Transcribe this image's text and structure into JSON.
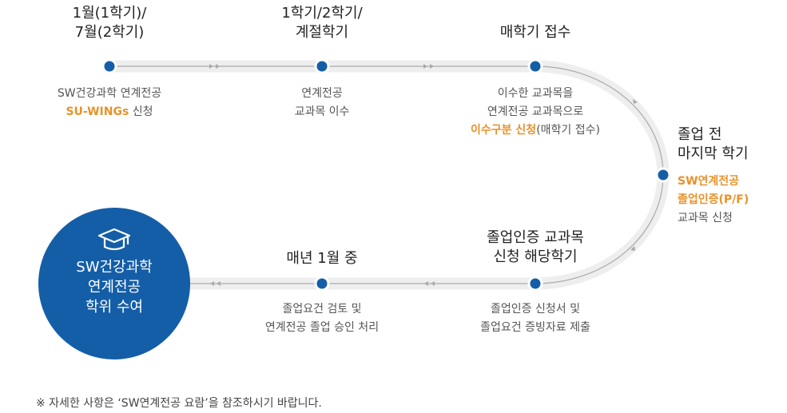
{
  "steps": [
    {
      "title": [
        "1월(1학기)/",
        "7월(2학기)"
      ],
      "desc": [
        "SW건강과학 연계전공"
      ],
      "highlight": "SU-WINGs",
      "desc_suffix": " 신청"
    },
    {
      "title": [
        "1학기/2학기/",
        "계절학기"
      ],
      "desc": [
        "연계전공",
        "교과목 이수"
      ]
    },
    {
      "title": [
        "매학기 접수"
      ],
      "desc": [
        "이수한 교과목을",
        "연계전공 교과목으로"
      ],
      "highlight": "이수구분 신청",
      "desc_suffix": "(매학기 접수)"
    },
    {
      "title": [
        "졸업 전",
        "마지막 학기"
      ],
      "highlight": [
        "SW연계전공",
        "졸업인증(P/F)"
      ],
      "desc": [
        "교과목 신청"
      ]
    },
    {
      "title": [
        "졸업인증 교과목",
        "신청 해당학기"
      ],
      "desc": [
        "졸업인증 신청서 및",
        "졸업요건 증빙자료 제출"
      ]
    },
    {
      "title": [
        "매년 1월 중"
      ],
      "desc": [
        "졸업요건 검토 및",
        "연계전공 졸업 승인 처리"
      ]
    }
  ],
  "final": {
    "lines": [
      "SW건강과학",
      "연계전공",
      "학위 수여"
    ],
    "icon": "graduation-cap-icon"
  },
  "footer": "※  자세한 사항은 ‘SW연계전공 요람’을 참조하시기 바랍니다.",
  "colors": {
    "accent": "#145ea8",
    "highlight": "#e8922a",
    "track": "#eeeeee"
  }
}
